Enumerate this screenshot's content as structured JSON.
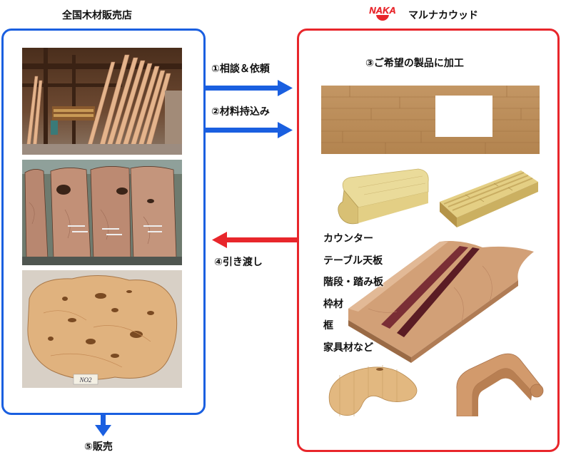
{
  "left": {
    "title": "全国木材販売店",
    "photos": [
      "lumber-warehouse-photo",
      "slab-boards-photo",
      "burl-slab-photo"
    ]
  },
  "right": {
    "logo_text": "NAKA",
    "title": "マルナカウッド",
    "process_label": "③ご希望の製品に加工",
    "products": [
      "カウンター",
      "テーブル天板",
      "階段・踏み板",
      "枠材",
      "框",
      "家具材など"
    ]
  },
  "steps": {
    "s1": "①相談＆依頼",
    "s2": "②材料持込み",
    "s4": "④引き渡し",
    "s5": "⑤販売"
  },
  "photo_labels": {
    "burl_tag": "NO2"
  },
  "colors": {
    "left_accent": "#1a5fe0",
    "right_accent": "#e8262b"
  }
}
